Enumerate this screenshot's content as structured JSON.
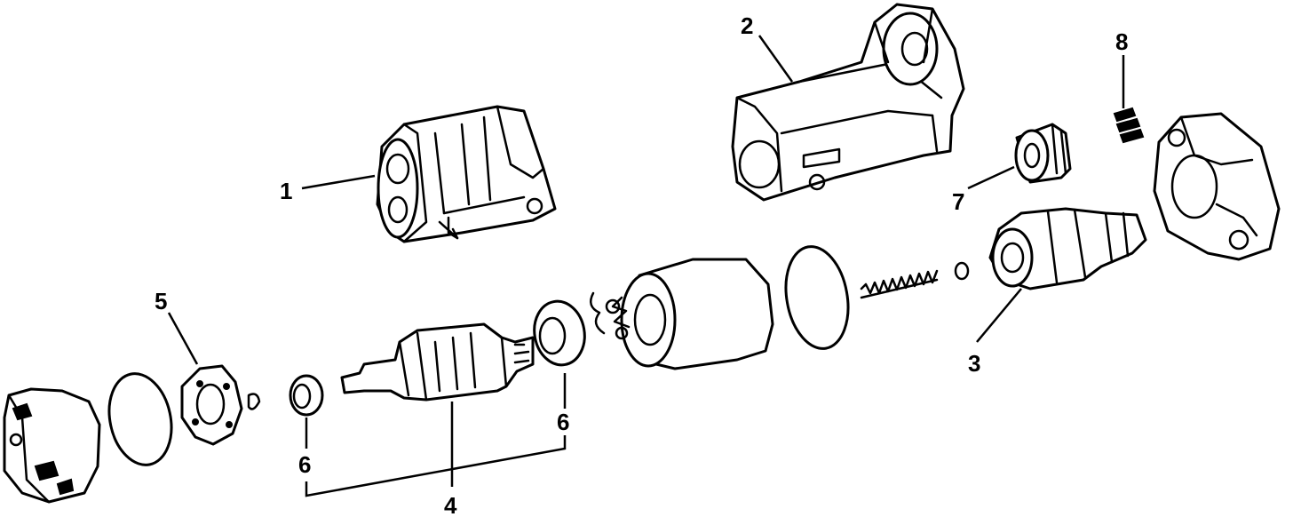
{
  "diagram": {
    "callouts": {
      "c1": "1",
      "c2": "2",
      "c3": "3",
      "c4": "4",
      "c5": "5",
      "c6a": "6",
      "c6b": "6",
      "c7": "7",
      "c8": "8"
    }
  }
}
